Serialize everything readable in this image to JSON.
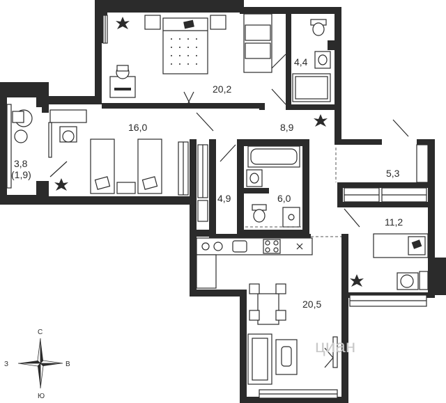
{
  "rooms": [
    {
      "id": "bedroom",
      "area": "20,2"
    },
    {
      "id": "bathroom-small",
      "area": "4,4"
    },
    {
      "id": "balcony",
      "area": "3,8",
      "sub": "(1,9)"
    },
    {
      "id": "kids-room",
      "area": "16,0"
    },
    {
      "id": "hall",
      "area": "8,9"
    },
    {
      "id": "wardrobe",
      "area": "4,9"
    },
    {
      "id": "bathroom",
      "area": "6,0"
    },
    {
      "id": "storage",
      "area": "5,3"
    },
    {
      "id": "bedroom-2",
      "area": "11,2"
    },
    {
      "id": "kitchen-living",
      "area": "20,5"
    }
  ],
  "compass": {
    "n": "С",
    "s": "Ю",
    "w": "З",
    "e": "В"
  },
  "watermark": "циан"
}
